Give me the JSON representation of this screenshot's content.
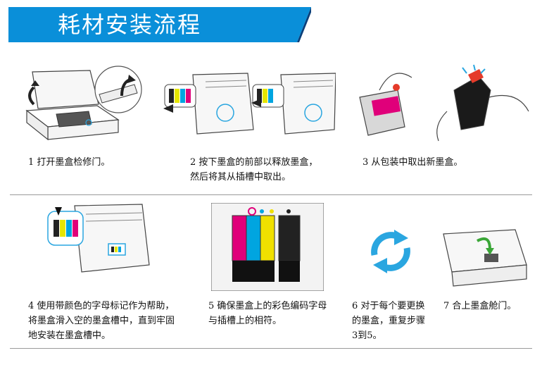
{
  "header": {
    "title": "耗材安装流程"
  },
  "colors": {
    "banner": "#0a8fd9",
    "banner_dark": "#0a3f7a",
    "refresh": "#2aa6e0"
  },
  "steps": [
    {
      "lines": [
        "1 打开墨盒检修门。"
      ]
    },
    {
      "lines": [
        "2 按下墨盒的前部以释放墨盒，",
        "然后将其从插槽中取出。"
      ]
    },
    {
      "lines": [
        "3 从包装中取出新墨盒。"
      ]
    },
    {
      "lines": [
        "4 使用带颜色的字母标记作为帮助，",
        "将墨盒滑入空的墨盒槽中，直到牢固",
        "地安装在墨盒槽中。"
      ]
    },
    {
      "lines": [
        "5 确保墨盒上的彩色编码字母",
        "与插槽上的相符。"
      ]
    },
    {
      "lines": [
        "6 对于每个要更换",
        "的墨盒，重复步骤",
        "3到5。"
      ]
    },
    {
      "lines": [
        "7 合上墨盒舱门。"
      ]
    }
  ]
}
